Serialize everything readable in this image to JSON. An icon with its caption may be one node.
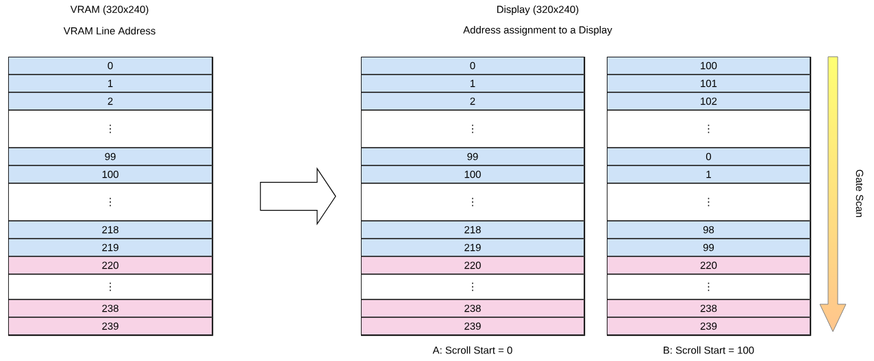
{
  "diagram": {
    "nodes": [
      {
        "text": [],
        "shape": "box"
      },
      {
        "text": [
          "0"
        ],
        "in": 0
      },
      {
        "text": [
          "1"
        ],
        "in": 0
      },
      {
        "text": [
          "2"
        ],
        "in": 0
      },
      {
        "text": [
          "⋮"
        ],
        "in": 0
      },
      {
        "text": [
          "99"
        ],
        "in": 0
      },
      {
        "text": [
          "100"
        ],
        "in": 0
      },
      {
        "text": [
          "⋮"
        ],
        "in": 0
      },
      {
        "text": [
          "218"
        ],
        "in": 0
      },
      {
        "text": [
          "219"
        ],
        "in": 0
      },
      {
        "text": [
          "220"
        ],
        "in": 0
      },
      {
        "text": [
          "⋮"
        ],
        "in": 0
      },
      {
        "text": [
          "238"
        ],
        "in": 0
      },
      {
        "text": [
          "239"
        ],
        "in": 0
      },
      {
        "text": [],
        "shape": "box",
        "beside": [
          "A: Scroll Start = 0"
        ]
      },
      {
        "text": [
          "0"
        ],
        "in": 14
      },
      {
        "text": [
          "1"
        ],
        "in": 14
      },
      {
        "text": [
          "2"
        ],
        "in": 14
      },
      {
        "text": [
          "⋮"
        ],
        "in": 14
      },
      {
        "text": [
          "99"
        ],
        "in": 14
      },
      {
        "text": [
          "100"
        ],
        "in": 14
      },
      {
        "text": [
          "⋮"
        ],
        "in": 14
      },
      {
        "text": [
          "218"
        ],
        "in": 14
      },
      {
        "text": [
          "219"
        ],
        "in": 14
      },
      {
        "text": [
          "220"
        ],
        "in": 14
      },
      {
        "text": [
          "⋮"
        ],
        "in": 14
      },
      {
        "text": [
          "238"
        ],
        "in": 14
      },
      {
        "text": [
          "239"
        ],
        "in": 14
      },
      {
        "text": [],
        "shape": "box",
        "beside": [
          "B: Scroll Start = 100"
        ]
      },
      {
        "text": [
          "100"
        ],
        "in": 28
      },
      {
        "text": [
          "101"
        ],
        "in": 28
      },
      {
        "text": [
          "102"
        ],
        "in": 28
      },
      {
        "text": [
          "⋮"
        ],
        "in": 28
      },
      {
        "text": [
          "0"
        ],
        "in": 28
      },
      {
        "text": [
          "1"
        ],
        "in": 28
      },
      {
        "text": [
          "⋮"
        ],
        "in": 28
      },
      {
        "text": [
          "98"
        ],
        "in": 28
      },
      {
        "text": [
          "99"
        ],
        "in": 28
      },
      {
        "text": [
          "220"
        ],
        "in": 28
      },
      {
        "text": [
          "⋮"
        ],
        "in": 28
      },
      {
        "text": [
          "238"
        ],
        "in": 28
      },
      {
        "text": [
          "239"
        ],
        "in": 28
      }
    ],
    "edges": [
      {
        "from": 0,
        "to": 14,
        "arrow": "to"
      }
    ],
    "labels": [
      "VRAM (320x240)",
      "VRAM Line Address",
      "Display (320x240)",
      "Address assignment to a Display",
      "Gate Scan"
    ]
  }
}
